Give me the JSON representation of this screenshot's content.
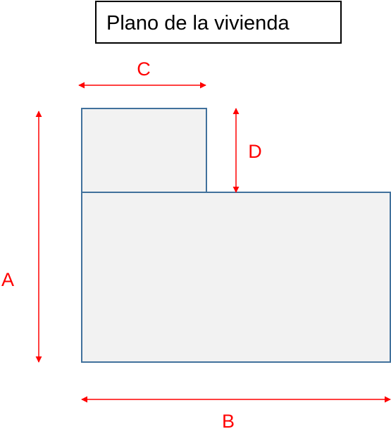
{
  "title": "Plano de la vivienda",
  "dimensions": {
    "a": "A",
    "b": "B",
    "c": "C",
    "d": "D"
  },
  "colors": {
    "room_fill": "#f2f2f2",
    "room_stroke": "#41719c",
    "dimension": "#ff0000",
    "title_border": "#000000"
  }
}
